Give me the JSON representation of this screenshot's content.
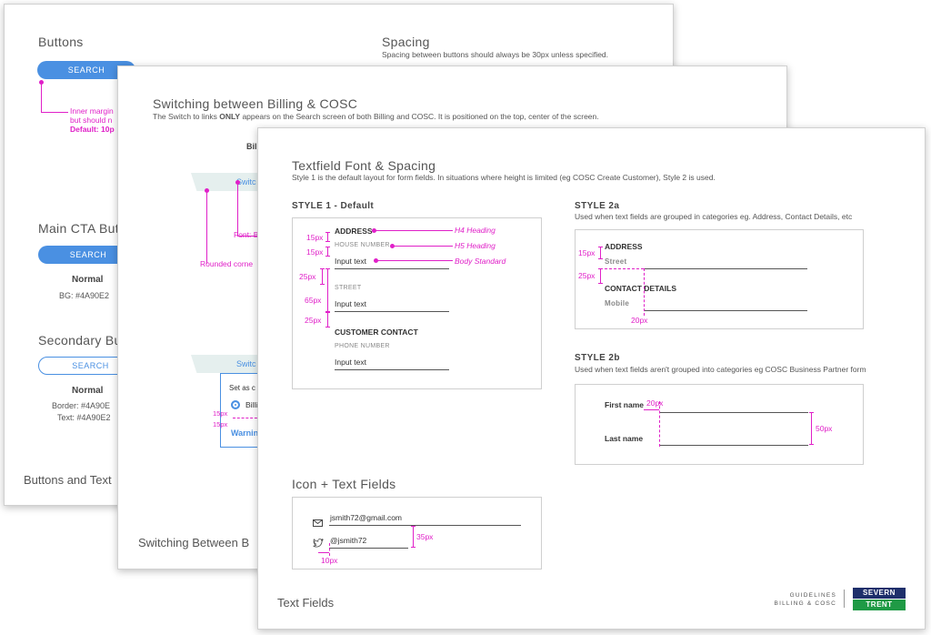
{
  "sheet1": {
    "buttons_title": "Buttons",
    "search_label": "SEARCH",
    "spacing_title": "Spacing",
    "spacing_desc": "Spacing between buttons should always be 30px unless specified.",
    "inner_margin_line1": "Inner margin",
    "inner_margin_line2": "but should n",
    "inner_margin_default": "Default: 10p",
    "main_cta_title": "Main CTA But",
    "main_cta_search": "SEARCH",
    "main_cta_normal": "Normal",
    "main_cta_bg": "BG: #4A90E2",
    "secondary_title": "Secondary Bu",
    "secondary_search": "SEARCH",
    "secondary_normal": "Normal",
    "secondary_border": "Border: #4A90E",
    "secondary_text": "Text: #4A90E2",
    "footer": "Buttons and Text"
  },
  "sheet2": {
    "title": "Switching between Billing & COSC",
    "desc_pre": "The Switch to links ",
    "desc_bold": "ONLY",
    "desc_post": " appears on the Search screen of both Billing and COSC. It is positioned on the top, center of the screen.",
    "bill_partial": "Bil",
    "switch_partial": "Switc",
    "font_partial": "Font: B",
    "rounded_label": "Rounded corne",
    "switch_partial2": "Switc",
    "set_as": "Set as c",
    "billing_partial": "Billi",
    "px15a": "15px",
    "px15b": "15px",
    "warning_partial": "Warnin",
    "footer": "Switching Between B"
  },
  "sheet3": {
    "title": "Textfield Font & Spacing",
    "desc": "Style 1 is the default layout for form fields. In situations where height is limited (eg COSC Create Customer), Style 2 is used.",
    "style1_title": "STYLE 1 - Default",
    "style1": {
      "address": "ADDRESS",
      "house_number": "HOUSE NUMBER",
      "input1": "Input text",
      "street": "STREET",
      "input2": "Input text",
      "customer_contact": "CUSTOMER CONTACT",
      "phone_number": "PHONE NUMBER",
      "input3": "Input text",
      "h4": "H4 Heading",
      "h5": "H5 Heading",
      "body": "Body Standard",
      "px15a": "15px",
      "px15b": "15px",
      "px25a": "25px",
      "px65": "65px",
      "px25b": "25px"
    },
    "style2a_title": "STYLE 2a",
    "style2a_desc": "Used when text fields are grouped in categories eg. Address, Contact Details, etc",
    "style2a": {
      "address": "ADDRESS",
      "street": "Street",
      "contact": "CONTACT DETAILS",
      "mobile": "Mobile",
      "px15": "15px",
      "px25": "25px",
      "px20": "20px"
    },
    "style2b_title": "STYLE 2b",
    "style2b_desc": "Used when text fields aren't grouped into categories eg COSC Business Partner form",
    "style2b": {
      "first_name": "First name",
      "last_name": "Last name",
      "px20": "20px",
      "px50": "50px"
    },
    "icon_title": "Icon + Text Fields",
    "icon": {
      "email": "jsmith72@gmail.com",
      "twitter": "@jsmith72",
      "px35": "35px",
      "px10": "10px"
    },
    "footer": "Text Fields",
    "brand_line1": "GUIDELINES",
    "brand_line2": "BILLING & COSC",
    "logo_top": "SEVERN",
    "logo_bottom": "TRENT",
    "colors": {
      "accent": "#4A90E2",
      "annotation": "#E020C8",
      "logo_navy": "#1E2F6B",
      "logo_green": "#1F9A45"
    }
  }
}
